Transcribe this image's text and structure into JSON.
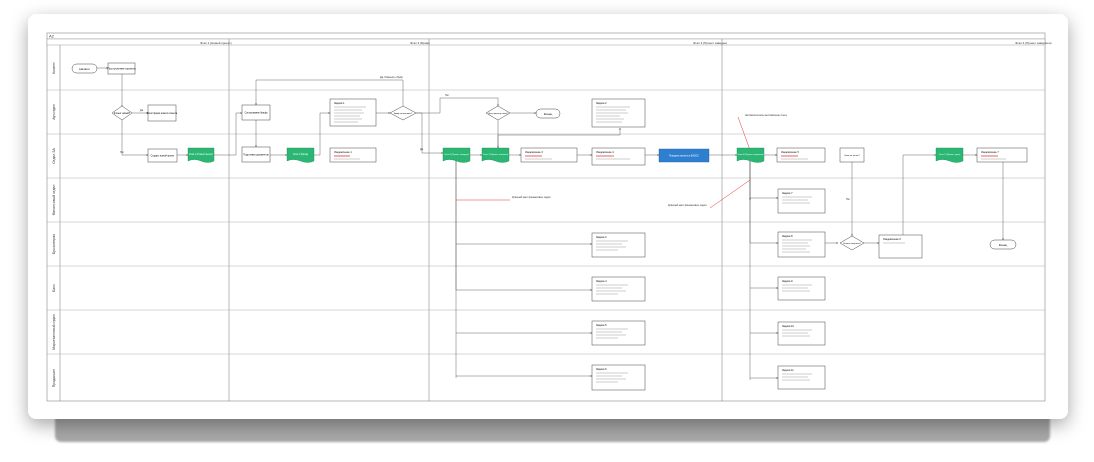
{
  "diagram": {
    "id_label": "A2",
    "stages": [
      "Этап 1 (Новый проект)",
      "Этап 2 (Бриф)",
      "Этап 3 (Проект заведен)",
      "Этап 4 (Проект завершен)"
    ],
    "lanes": [
      "Клиент",
      "Аут.отдел",
      "Отдел ЗА",
      "Финансовый отдел",
      "Бухгалтерия",
      "Банк",
      "Маркетинговый отдел",
      "Продакшен"
    ],
    "nodes": {
      "start": "Начало",
      "client_request": "Поступление проекта",
      "new_client_q": "Клиент новый?",
      "register_client": "Регистрация нового клиента",
      "create_project": "Создать новый проект",
      "stage1": "Этап 1 (Новый проект)",
      "coord_brief": "Согласование брифа",
      "prepare_docs": "Подготовка документов",
      "stage2": "Этап 2 (Бриф)",
      "notice1": "Уведомление 1",
      "task1": "Задача 1",
      "brief_agreed_q": "Бриф согласован?",
      "project_needed_q": "Дать проекту отказ?",
      "end1": "Конец",
      "task2": "Задача 2",
      "stage3a": "Этап 3 (Проект заведен)",
      "stage3b": "Этап 3 (Проект отменен)",
      "notice3": "Уведомление 3",
      "notice4": "Уведомление 4",
      "blue_box": "Передача проекта в BAS/1С",
      "stage4": "Этап 4 (Проект завершен)",
      "notice5": "Уведомление 5",
      "last_q": "Этап не начат?",
      "stage5": "Этап 5 (Проект сдан)",
      "notice7": "Уведомление 7",
      "task3": "Задача 3",
      "task4": "Задача 4",
      "task5": "Задача 5",
      "task6": "Задача 6",
      "task7": "Задача 7",
      "task8": "Задача 8",
      "task9": "Задача 9",
      "task10": "Задача 10",
      "task11": "Задача 11",
      "payment_q": "Оплата получена?",
      "notice6": "Уведомление 6",
      "end2": "Конец"
    },
    "annotations": {
      "note1": "Автоматическое выставление счета",
      "note2": "Красный цвет финансовых задач",
      "note3": "Красный цвет финансовых задач"
    },
    "edge_labels": {
      "yes": "Да",
      "no": "Нет",
      "refine": "Да, Изменить бриф"
    }
  }
}
